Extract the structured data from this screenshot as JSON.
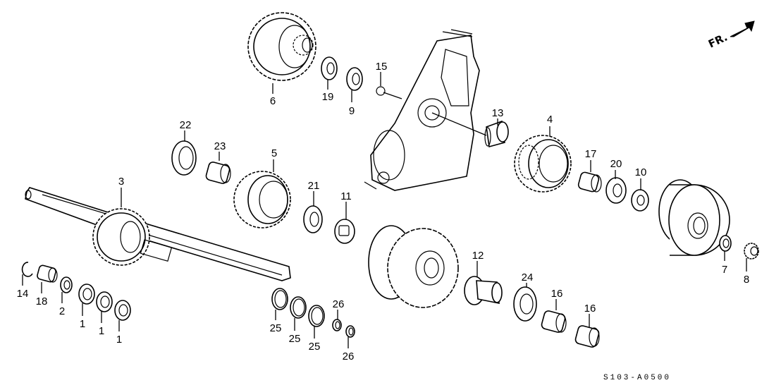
{
  "diagram": {
    "title": "Transmission countershaft exploded view",
    "diagram_code": "S103-A0500",
    "direction_indicator": {
      "label": "FR.",
      "icon": "front-arrow-icon"
    },
    "callouts": [
      {
        "id": "c1a",
        "label": "1",
        "part": "thrust-washer"
      },
      {
        "id": "c1b",
        "label": "1",
        "part": "thrust-washer"
      },
      {
        "id": "c1c",
        "label": "1",
        "part": "thrust-washer"
      },
      {
        "id": "c2",
        "label": "2",
        "part": "washer"
      },
      {
        "id": "c3",
        "label": "3",
        "part": "countershaft"
      },
      {
        "id": "c4",
        "label": "4",
        "part": "gear"
      },
      {
        "id": "c5",
        "label": "5",
        "part": "gear"
      },
      {
        "id": "c6",
        "label": "6",
        "part": "gear"
      },
      {
        "id": "c7",
        "label": "7",
        "part": "washer"
      },
      {
        "id": "c8",
        "label": "8",
        "part": "lock-nut"
      },
      {
        "id": "c9",
        "label": "9",
        "part": "washer"
      },
      {
        "id": "c10",
        "label": "10",
        "part": "washer"
      },
      {
        "id": "c11",
        "label": "11",
        "part": "cotter"
      },
      {
        "id": "c12",
        "label": "12",
        "part": "collar"
      },
      {
        "id": "c13",
        "label": "13",
        "part": "collar"
      },
      {
        "id": "c14",
        "label": "14",
        "part": "snap-ring"
      },
      {
        "id": "c15",
        "label": "15",
        "part": "o-ring"
      },
      {
        "id": "c16a",
        "label": "16",
        "part": "needle-bearing"
      },
      {
        "id": "c16b",
        "label": "16",
        "part": "needle-bearing"
      },
      {
        "id": "c17",
        "label": "17",
        "part": "needle-bearing"
      },
      {
        "id": "c18",
        "label": "18",
        "part": "needle-bearing"
      },
      {
        "id": "c19",
        "label": "19",
        "part": "bearing"
      },
      {
        "id": "c20",
        "label": "20",
        "part": "thrust-bearing"
      },
      {
        "id": "c21",
        "label": "21",
        "part": "thrust-bearing"
      },
      {
        "id": "c22",
        "label": "22",
        "part": "thrust-bearing"
      },
      {
        "id": "c23",
        "label": "23",
        "part": "needle-bearing"
      },
      {
        "id": "c24",
        "label": "24",
        "part": "thrust-bearing"
      },
      {
        "id": "c25a",
        "label": "25",
        "part": "thrust-washer"
      },
      {
        "id": "c25b",
        "label": "25",
        "part": "thrust-washer"
      },
      {
        "id": "c25c",
        "label": "25",
        "part": "thrust-washer"
      },
      {
        "id": "c26a",
        "label": "26",
        "part": "washer"
      },
      {
        "id": "c26b",
        "label": "26",
        "part": "washer"
      }
    ]
  }
}
